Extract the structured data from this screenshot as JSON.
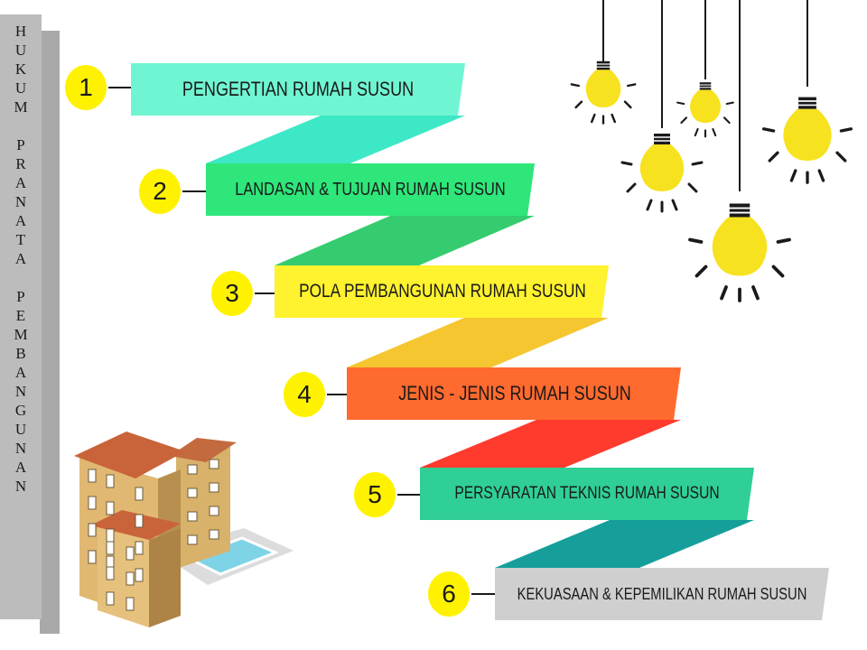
{
  "side_title": {
    "words": [
      "HUKUM",
      "PRANATA",
      "PEMBANGUNAN"
    ]
  },
  "steps": [
    {
      "number": "1",
      "label": "PENGERTIAN RUMAH SUSUN",
      "color": "#6ff5d2"
    },
    {
      "number": "2",
      "label": "LANDASAN & TUJUAN RUMAH SUSUN",
      "color": "#2ee67a"
    },
    {
      "number": "3",
      "label": "POLA PEMBANGUNAN RUMAH SUSUN",
      "color": "#fff22e"
    },
    {
      "number": "4",
      "label": "JENIS - JENIS RUMAH SUSUN",
      "color": "#ff6a2e"
    },
    {
      "number": "5",
      "label": "PERSYARATAN TEKNIS RUMAH SUSUN",
      "color": "#2fcf95"
    },
    {
      "number": "6",
      "label": "KEKUASAAN & KEPEMILIKAN RUMAH SUSUN",
      "color": "#cfcfcf"
    }
  ],
  "fold_colors": [
    "#3de8c6",
    "#34cc6e",
    "#f5c630",
    "#ff3b2e",
    "#169f9a"
  ],
  "number_circle_color": "#fff200",
  "decorations": [
    "light-bulbs-illustration",
    "apartment-building-illustration"
  ]
}
